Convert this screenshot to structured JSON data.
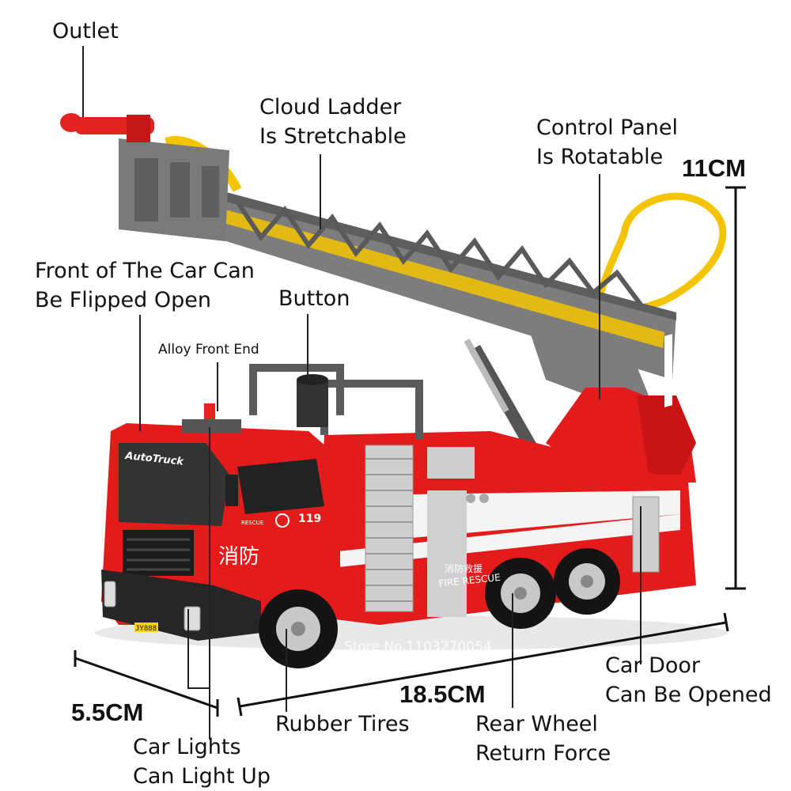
{
  "labels": {
    "outlet": "Outlet",
    "ladder_1": "Cloud Ladder",
    "ladder_2": "Is Stretchable",
    "panel_1": "Control Panel",
    "panel_2": "Is Rotatable",
    "front_1": "Front of The Car Can",
    "front_2": "Be Flipped Open",
    "button": "Button",
    "alloy": "Alloy Front End",
    "door_1": "Car Door",
    "door_2": "Can Be Opened",
    "tires": "Rubber Tires",
    "rear_1": "Rear Wheel",
    "rear_2": "Return Force",
    "lights_1": "Car Lights",
    "lights_2": "Can Light Up"
  },
  "dimensions": {
    "height": "11CM",
    "length": "18.5CM",
    "width": "5.5CM"
  },
  "truck_text": {
    "brand": "AutoTruck",
    "number": "119",
    "cn_side": "消防",
    "cn_rescue": "消防救援",
    "fire_rescue": "FIRE RESCUE",
    "small_rescue": "RESCUE",
    "plate": "JY888"
  },
  "watermark": "Store No.1103270054",
  "colors": {
    "body_red": "#e41b1b",
    "ladder_grey": "#7d7d7d",
    "hose_yellow": "#f5c400"
  }
}
